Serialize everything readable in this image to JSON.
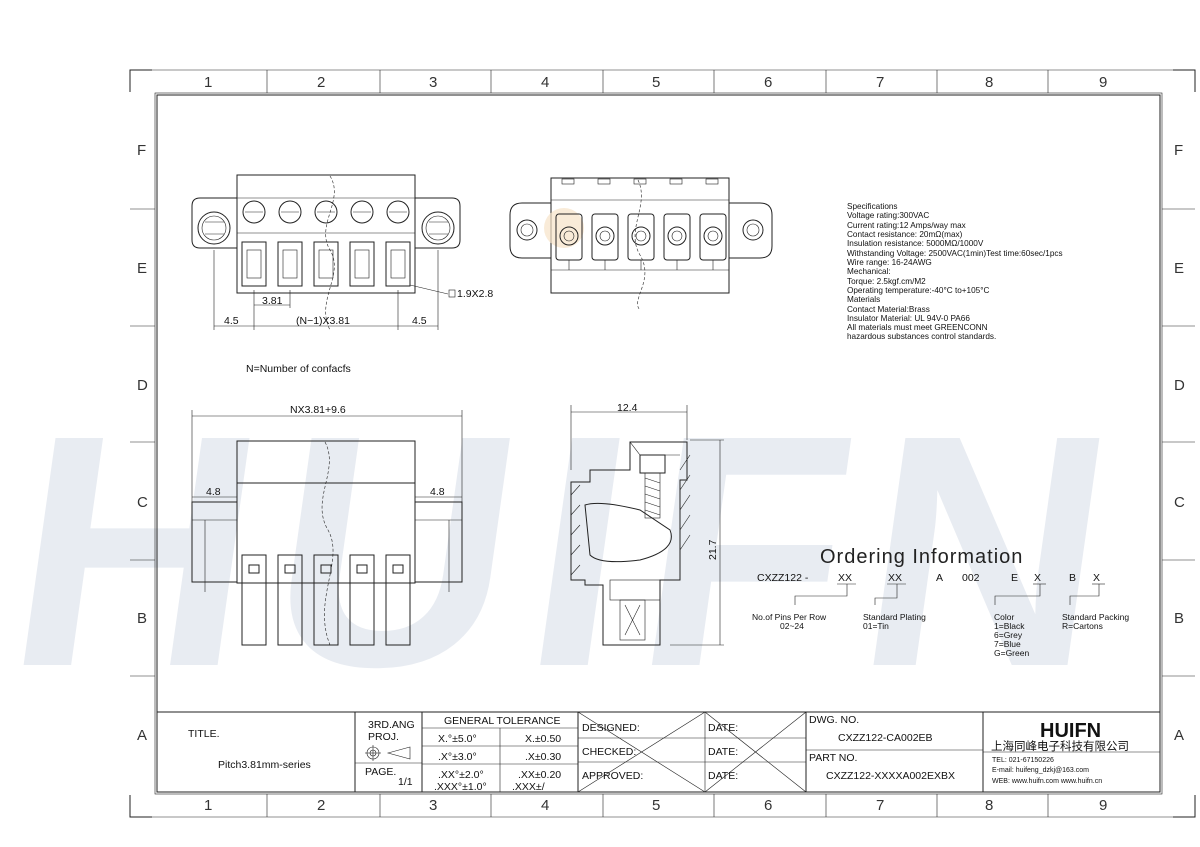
{
  "zones": {
    "columns": [
      "1",
      "2",
      "3",
      "4",
      "5",
      "6",
      "7",
      "8",
      "9"
    ],
    "rows": [
      "F",
      "E",
      "D",
      "C",
      "B",
      "A"
    ]
  },
  "watermark": "HUIFN",
  "dimensions": {
    "pitch": "3.81",
    "span": "(N−1)X3.81",
    "end_left": "4.5",
    "end_right": "4.5",
    "pin_callout": "1.9X2.8",
    "overall_width": "NX3.81+9.6",
    "flange_left": "4.8",
    "flange_right": "4.8",
    "side_width": "12.4",
    "side_height": "21.7"
  },
  "note": "N=Number of confacfs",
  "specifications": [
    "Specifications",
    "Voltage rating:300VAC",
    "Current rating:12 Amps/way max",
    "Contact resistance: 20mΩ(max)",
    "Insulation resistance: 5000MΩ/1000V",
    "Withstanding Voltage: 2500VAC(1min)Test time:60sec/1pcs",
    "Wire range: 16-24AWG",
    "Mechanical:",
    "Torque: 2.5kgf.cm/M2",
    "Operating temperature:-40°C to+105°C",
    "Materials",
    "Contact Material:Brass",
    "Insulator Material: UL 94V-0 PA66",
    "All materials must meet GREENCONN",
    "hazardous substances control standards."
  ],
  "ordering": {
    "title": "Ordering Information",
    "code": {
      "prefix": "CXZZ122 -",
      "pins": "XX",
      "plating": "XX",
      "a": "A",
      "num": "002",
      "e": "E",
      "color": "X",
      "b": "B",
      "packing": "X"
    },
    "pins_label": "No.of Pins Per Row",
    "pins_range": "02~24",
    "plating_label": "Standard Plating",
    "plating_value": "01=Tin",
    "color_label": "Color",
    "color_values": [
      "1=Black",
      "6=Grey",
      "7=Blue",
      "G=Green"
    ],
    "packing_label": "Standard Packing",
    "packing_value": "R=Cartons"
  },
  "title_block": {
    "title_label": "TITLE.",
    "title_value": "Pitch3.81mm-series",
    "proj_label": "3RD.ANG",
    "proj_label2": "PROJ.",
    "page_label": "PAGE.",
    "page_value": "1/1",
    "tolerance_header": "GENERAL TOLERANCE",
    "tolerances": [
      [
        "X.°±5.0°",
        "X.±0.50"
      ],
      [
        ".X°±3.0°",
        ".X±0.30"
      ],
      [
        ".XX°±2.0°",
        ".XX±0.20"
      ],
      [
        ".XXX°±1.0°",
        ".XXX±/"
      ]
    ],
    "designed": "DESIGNED:",
    "checked": "CHECKED:",
    "approved": "APPROVED:",
    "date": "DATE:",
    "dwg_label": "DWG. NO.",
    "dwg_value": "CXZZ122-CA002EB",
    "part_label": "PART NO.",
    "part_value": "CXZZ122-XXXXA002EXBX",
    "logo": "HUIFN",
    "company": "上海同峰电子科技有限公司",
    "tel": "TEL: 021-67150226",
    "email": "E-mail: huifeng_dzkj@163.com",
    "web": "WEB: www.huifn.com  www.huifn.cn"
  }
}
